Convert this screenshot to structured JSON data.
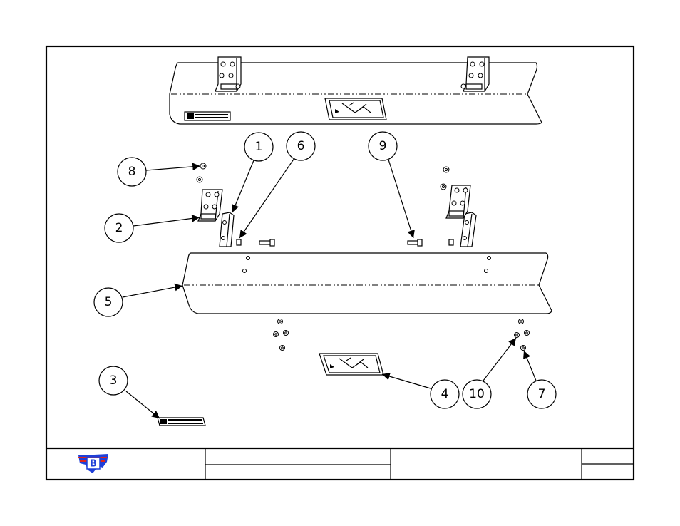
{
  "logo": {
    "letter": "B",
    "primary_color": "#1f3fd8",
    "accent_color": "#e0241b"
  },
  "callouts": [
    {
      "id": "1",
      "label": "1"
    },
    {
      "id": "2",
      "label": "2"
    },
    {
      "id": "3",
      "label": "3"
    },
    {
      "id": "4",
      "label": "4"
    },
    {
      "id": "5",
      "label": "5"
    },
    {
      "id": "6",
      "label": "6"
    },
    {
      "id": "7",
      "label": "7"
    },
    {
      "id": "8",
      "label": "8"
    },
    {
      "id": "9",
      "label": "9"
    },
    {
      "id": "10",
      "label": "10"
    }
  ],
  "title_block": {
    "title": "",
    "part_number": "",
    "description": "",
    "revision": "",
    "sheet": ""
  }
}
